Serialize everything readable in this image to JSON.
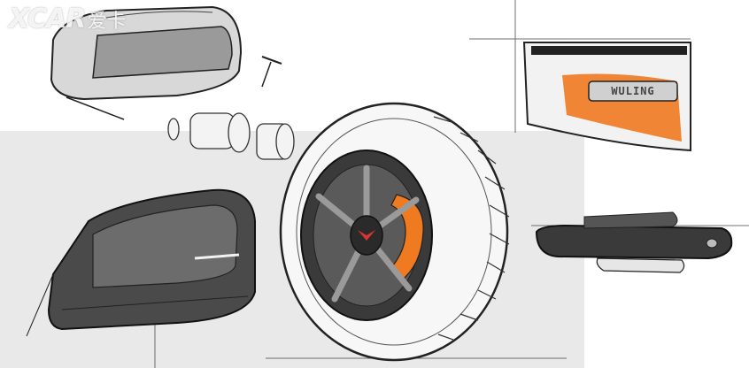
{
  "image": {
    "watermark": {
      "logo_text": "XCAR",
      "sub_text": "爱卡"
    },
    "badge": {
      "text": "WULING"
    },
    "colors": {
      "accent_orange": "#f07a20",
      "panel_gray": "#e9e9e9",
      "sketch_ink": "#2a2a2a",
      "rim_dark": "#3a3a3a"
    }
  }
}
